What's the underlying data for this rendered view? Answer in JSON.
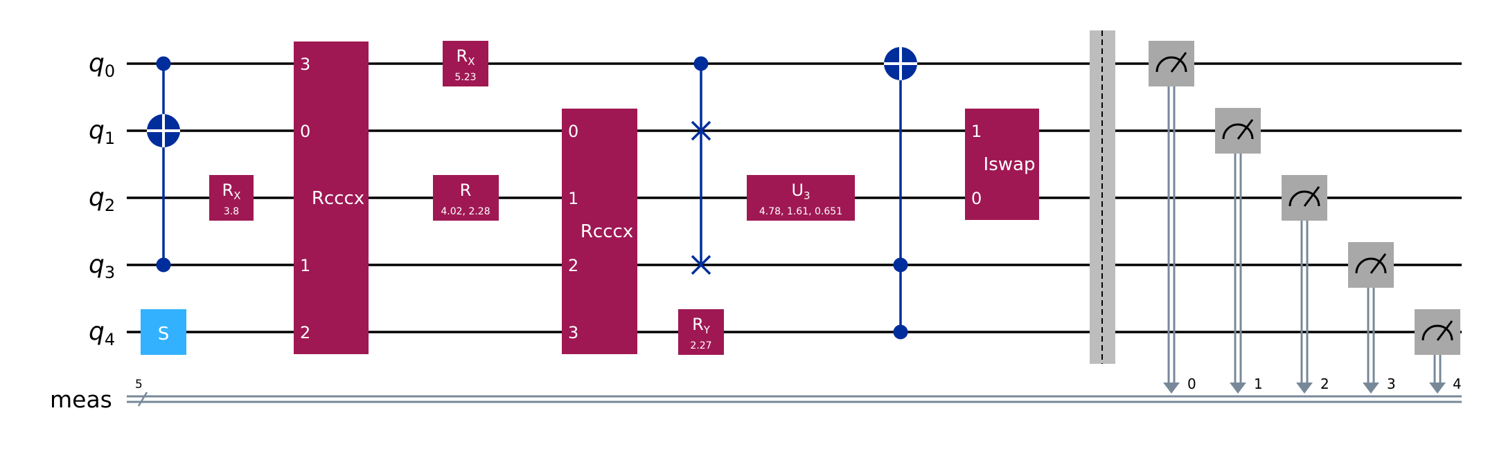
{
  "colors": {
    "multi_qubit_gate": "#9f1853",
    "s_gate": "#33b1ff",
    "control": "#002d9c",
    "measure": "#a8a8a8",
    "barrier": "#bdbdbd",
    "classical_wire": "#778899"
  },
  "wires": {
    "qubits": [
      {
        "base": "q",
        "sub": "0"
      },
      {
        "base": "q",
        "sub": "1"
      },
      {
        "base": "q",
        "sub": "2"
      },
      {
        "base": "q",
        "sub": "3"
      },
      {
        "base": "q",
        "sub": "4"
      }
    ],
    "classical": {
      "label": "meas",
      "bits": "5"
    }
  },
  "gates": {
    "cx": {
      "controls": [
        "q0",
        "q3"
      ],
      "target": "q1"
    },
    "rx_q2": {
      "name": "R",
      "sub": "X",
      "param": "3.8"
    },
    "s_q4": {
      "name": "S"
    },
    "rcccx1": {
      "name": "Rcccx",
      "pins": {
        "q0": "3",
        "q1": "0",
        "q3": "1",
        "q4": "2"
      }
    },
    "rx_q0": {
      "name": "R",
      "sub": "X",
      "param": "5.23"
    },
    "r_q2": {
      "name": "R",
      "param": "4.02, 2.28"
    },
    "rcccx2": {
      "name": "Rcccx",
      "pins": {
        "q1": "0",
        "q2": "1",
        "q3": "2",
        "q4": "3"
      }
    },
    "ry_q4": {
      "name": "R",
      "sub": "Y",
      "param": "2.27"
    },
    "cswap": {
      "control": "q0",
      "targets": [
        "q1",
        "q3"
      ]
    },
    "u3_q2": {
      "name": "U",
      "sub": "3",
      "param": "4.78, 1.61, 0.651"
    },
    "ccx": {
      "controls": [
        "q3",
        "q4"
      ],
      "target": "q0"
    },
    "iswap": {
      "name": "Iswap",
      "pins": {
        "q1": "1",
        "q2": "0"
      }
    }
  },
  "barrier": {
    "qubits": [
      "q0",
      "q1",
      "q2",
      "q3",
      "q4"
    ]
  },
  "measurements": [
    {
      "qubit": "q0",
      "bit": "0"
    },
    {
      "qubit": "q1",
      "bit": "1"
    },
    {
      "qubit": "q2",
      "bit": "2"
    },
    {
      "qubit": "q3",
      "bit": "3"
    },
    {
      "qubit": "q4",
      "bit": "4"
    }
  ]
}
